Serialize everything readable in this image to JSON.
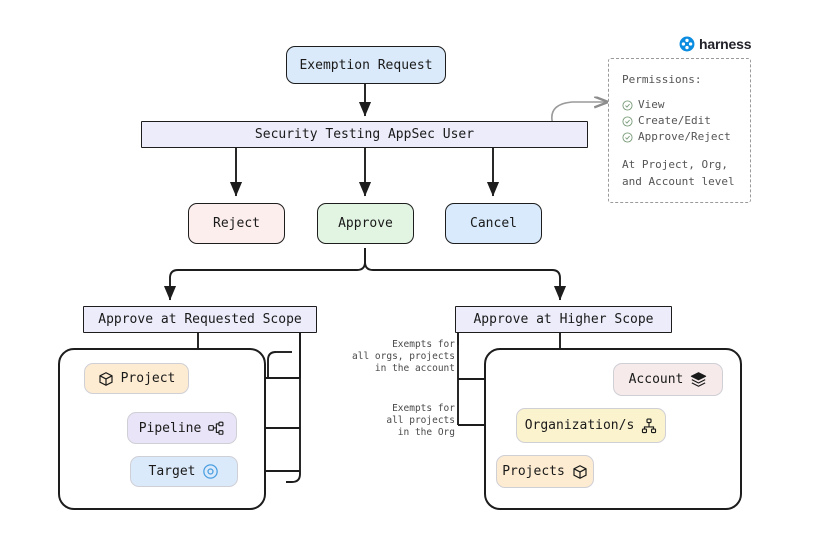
{
  "brand": {
    "name": "harness",
    "logo_icon": "harness-logo-icon",
    "color": "#0b8ce0"
  },
  "nodes": {
    "exemption_request": {
      "label": "Exemption Request",
      "fill": "#dbeafb"
    },
    "appsec_user": {
      "label": "Security Testing AppSec User",
      "fill": "#ececfb"
    },
    "reject": {
      "label": "Reject",
      "fill": "#fdeeee"
    },
    "approve": {
      "label": "Approve",
      "fill": "#e2f5e3"
    },
    "cancel": {
      "label": "Cancel",
      "fill": "#d8eafc"
    },
    "requested_scope": {
      "label": "Approve at Requested Scope",
      "fill": "#ececfb"
    },
    "higher_scope": {
      "label": "Approve at Higher Scope",
      "fill": "#ececfb"
    },
    "project": {
      "label": "Project",
      "icon": "cube-icon",
      "fill": "#fdecd2"
    },
    "pipeline": {
      "label": "Pipeline",
      "icon": "pipeline-icon",
      "fill": "#e9e4f7"
    },
    "target": {
      "label": "Target",
      "icon": "target-circle-icon",
      "fill": "#dbeafb"
    },
    "account": {
      "label": "Account",
      "icon": "layers-icon",
      "fill": "#f6eaea"
    },
    "organizations": {
      "label": "Organization/s",
      "icon": "org-chart-icon",
      "fill": "#fbf3ce"
    },
    "projects": {
      "label": "Projects",
      "icon": "cube-icon",
      "fill": "#fdecd2"
    }
  },
  "edge_labels": {
    "account_exempts": "Exempts for\nall orgs, projects\nin the account",
    "org_exempts": "Exempts for\nall projects\nin the Org"
  },
  "permissions": {
    "title": "Permissions:",
    "items": [
      {
        "label": "View",
        "icon": "check-circle-icon"
      },
      {
        "label": "Create/Edit",
        "icon": "check-circle-icon"
      },
      {
        "label": "Approve/Reject",
        "icon": "check-circle-icon"
      }
    ],
    "footer": "At Project, Org,\nand Account level"
  }
}
